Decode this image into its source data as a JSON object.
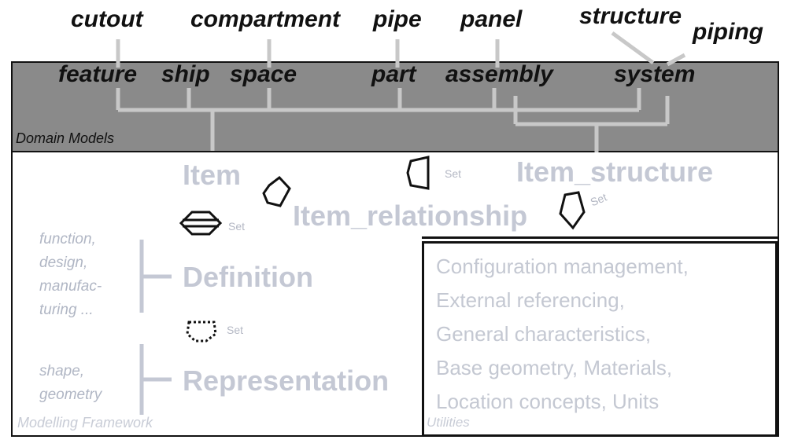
{
  "top_labels": {
    "cutout": "cutout",
    "compartment": "compartment",
    "pipe": "pipe",
    "panel": "panel",
    "structure": "structure",
    "piping": "piping"
  },
  "band_labels": {
    "feature": "feature",
    "ship": "ship",
    "space": "space",
    "part": "part",
    "assembly": "assembly",
    "system": "system"
  },
  "domain_models_caption": "Domain Models",
  "framework": {
    "item": "Item",
    "item_structure": "Item_structure",
    "item_relationship": "Item_relationship",
    "definition": "Definition",
    "representation": "Representation",
    "set_label": "Set",
    "definition_note": "function, design, manufac-turing ...",
    "representation_note": "shape, geometry",
    "caption": "Modelling Framework"
  },
  "utilities": {
    "lines": [
      "Configuration management,",
      "External referencing,",
      "General characteristics,",
      "Base geometry, Materials,",
      "Location concepts, Units"
    ],
    "caption": "Utilities"
  },
  "colors": {
    "band": "#8a8a8a",
    "connector": "#c8c8c8",
    "faded_text": "#c4c8d4"
  }
}
